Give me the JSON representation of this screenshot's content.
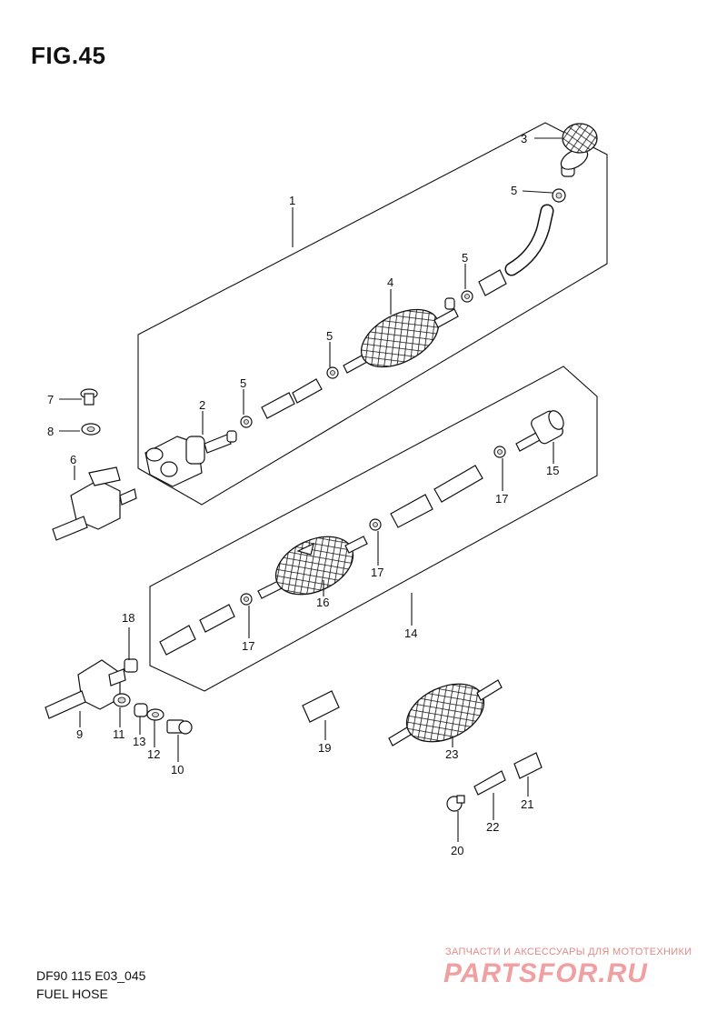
{
  "figure": {
    "title": "FIG.45",
    "code": "DF90 115 E03_045",
    "name": "FUEL HOSE"
  },
  "watermark": {
    "tagline": "ЗАПЧАСТИ И АКСЕССУАРЫ ДЛЯ МОТОТЕХНИКИ",
    "logo_text": "PARTSFOR.RU"
  },
  "callouts": {
    "c1": "1",
    "c2": "2",
    "c3": "3",
    "c4": "4",
    "c5a": "5",
    "c5b": "5",
    "c5c": "5",
    "c5d": "5",
    "c6": "6",
    "c7": "7",
    "c8": "8",
    "c9": "9",
    "c10": "10",
    "c11": "11",
    "c12": "12",
    "c13": "13",
    "c14": "14",
    "c15": "15",
    "c16": "16",
    "c17a": "17",
    "c17b": "17",
    "c17c": "17",
    "c18": "18",
    "c19": "19",
    "c20": "20",
    "c21": "21",
    "c22": "22",
    "c23": "23"
  }
}
